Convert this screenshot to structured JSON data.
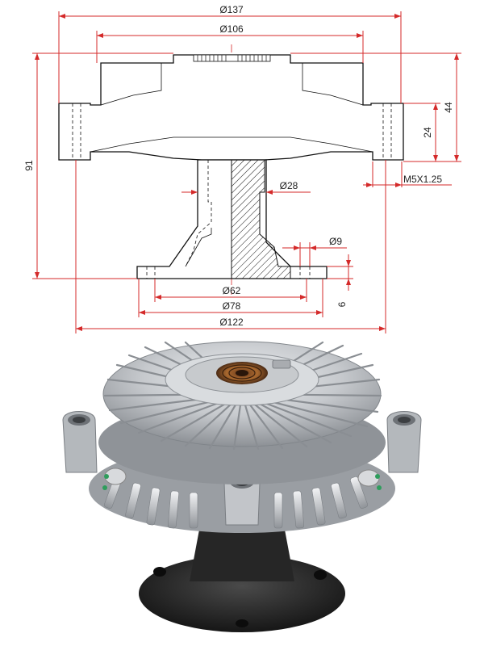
{
  "drawing": {
    "dimensions": {
      "d137": "Ø137",
      "d106": "Ø106",
      "h91": "91",
      "h44": "44",
      "h24": "24",
      "thread": "M5X1.25",
      "d28": "Ø28",
      "d9": "Ø9",
      "d62": "Ø62",
      "d78": "Ø78",
      "h6": "6",
      "d122": "Ø122"
    }
  },
  "colors": {
    "dimension_lines": "#d42a2a",
    "outline": "#111111",
    "metal": "#b9bcc0",
    "base": "#2a2a2a",
    "bolt_marker": "#2e9d5c"
  },
  "photo": {
    "subject": "fan-clutch-photo"
  }
}
